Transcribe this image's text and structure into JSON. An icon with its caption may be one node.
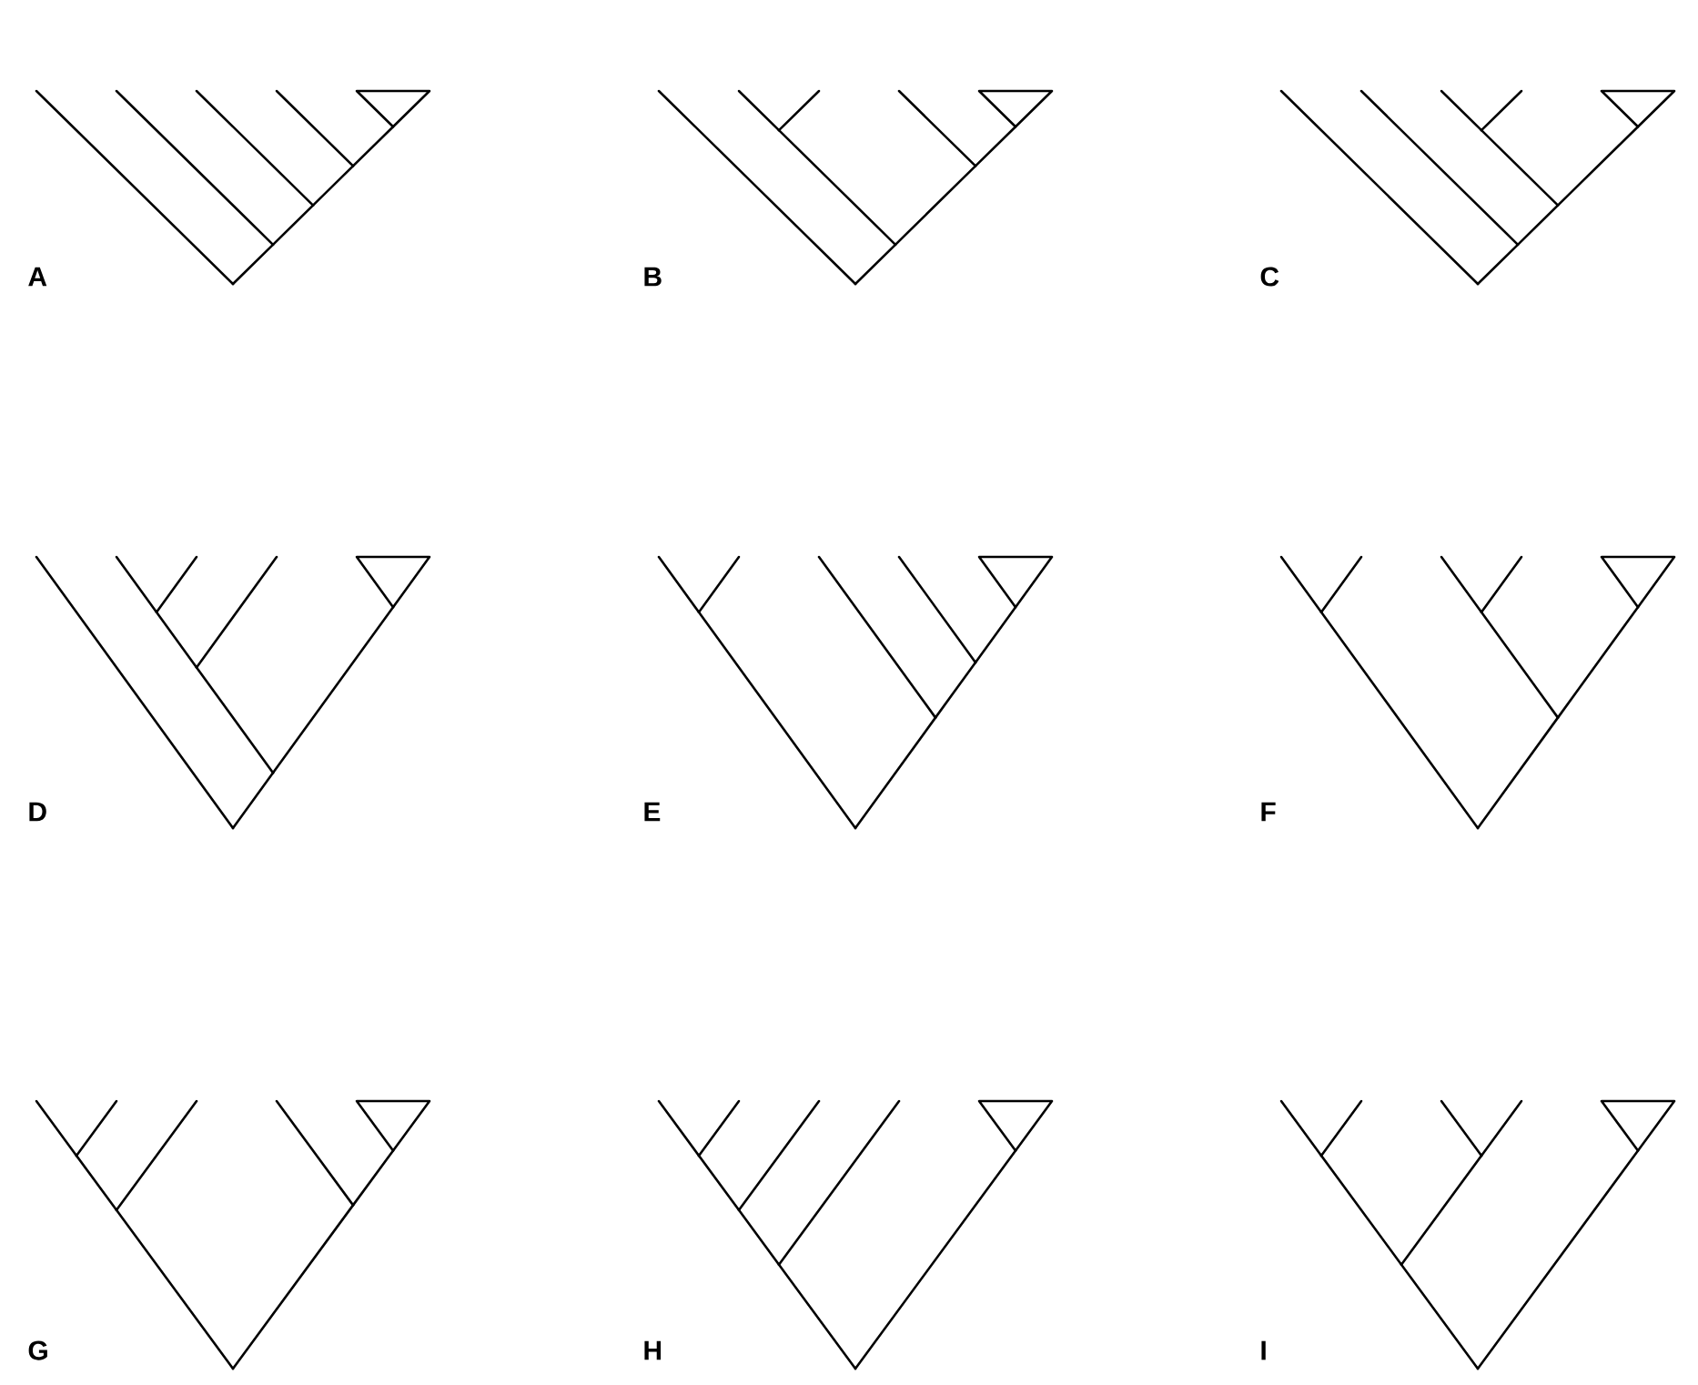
{
  "diagram": {
    "labels": [
      "A",
      "B",
      "C",
      "D",
      "E",
      "F",
      "G",
      "H",
      "I"
    ]
  }
}
